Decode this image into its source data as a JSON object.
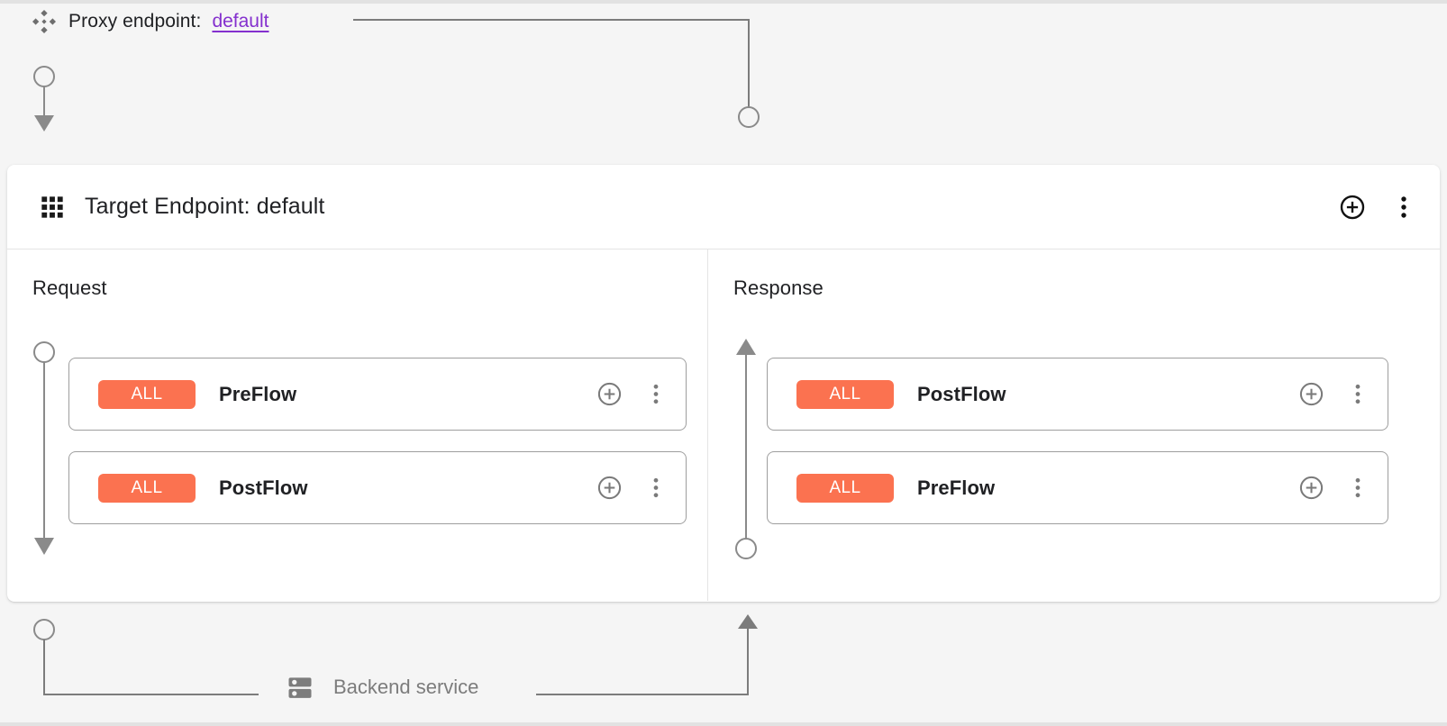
{
  "colors": {
    "background": "#f5f5f5",
    "card": "#ffffff",
    "badge_orange": "#fb7250",
    "link_purple": "#8430ce",
    "connector_gray": "#7c7c7c",
    "border_gray": "#9e9e9e",
    "text_primary": "#202124"
  },
  "proxy": {
    "icon": "proxy-endpoint-icon",
    "label": "Proxy endpoint:",
    "value": "default"
  },
  "target_card": {
    "icon": "grid-icon",
    "title": "Target Endpoint: default",
    "actions": [
      {
        "name": "add-policy-button",
        "icon": "plus-circle-icon"
      },
      {
        "name": "more-options-button",
        "icon": "more-vert-icon"
      }
    ]
  },
  "panes": [
    {
      "id": "request",
      "title": "Request",
      "flows": [
        {
          "badge": "ALL",
          "name": "PreFlow",
          "actions": [
            {
              "name": "add-policy-button",
              "icon": "plus-circle-icon"
            },
            {
              "name": "more-options-button",
              "icon": "more-vert-icon"
            }
          ]
        },
        {
          "badge": "ALL",
          "name": "PostFlow",
          "actions": [
            {
              "name": "add-policy-button",
              "icon": "plus-circle-icon"
            },
            {
              "name": "more-options-button",
              "icon": "more-vert-icon"
            }
          ]
        }
      ]
    },
    {
      "id": "response",
      "title": "Response",
      "flows": [
        {
          "badge": "ALL",
          "name": "PostFlow",
          "actions": [
            {
              "name": "add-policy-button",
              "icon": "plus-circle-icon"
            },
            {
              "name": "more-options-button",
              "icon": "more-vert-icon"
            }
          ]
        },
        {
          "badge": "ALL",
          "name": "PreFlow",
          "actions": [
            {
              "name": "add-policy-button",
              "icon": "plus-circle-icon"
            },
            {
              "name": "more-options-button",
              "icon": "more-vert-icon"
            }
          ]
        }
      ]
    }
  ],
  "backend": {
    "icon": "server-icon",
    "label": "Backend service"
  }
}
